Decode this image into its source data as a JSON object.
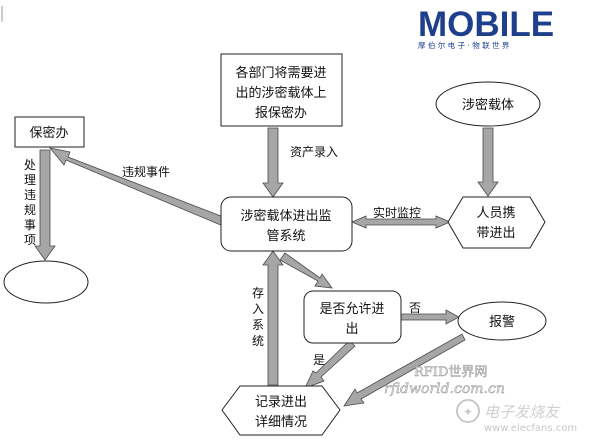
{
  "logo": {
    "brand": "MOBILE",
    "tagline": "摩 伯 尔 电 子 · 物 联 世 界"
  },
  "nodes": {
    "report_process": [
      "各部门将需要进",
      "出的涉密载体上",
      "报保密办"
    ],
    "secrecy_office": [
      "保密办"
    ],
    "secret_carrier": [
      "涉密载体"
    ],
    "monitor_system": [
      "涉密载体进出监",
      "管系统"
    ],
    "person_carry": [
      "人员携",
      "带进出"
    ],
    "terminal": [],
    "allow_decision": [
      "是否允许进",
      "出"
    ],
    "alarm": [
      "报警"
    ],
    "record_details": [
      "记录进出",
      "详细情况"
    ]
  },
  "edges": {
    "asset_entry": "资产录入",
    "violation_event": "违规事件",
    "handle_violation": [
      "处",
      "理",
      "违",
      "规",
      "事",
      "项"
    ],
    "realtime_monitor": "实时监控",
    "store_system": [
      "存",
      "入",
      "系",
      "统"
    ],
    "no_label": "否",
    "yes_label": "是"
  },
  "watermarks": {
    "rfid_world": "RFID世界网",
    "rfid_url": "rfidworld.com.cn",
    "elecfans_cn": "电子发烧友",
    "elecfans_url": "www.elecfans.com"
  },
  "colors": {
    "arrow_fill": "#a6a6a6",
    "arrow_stroke": "#4a4a4a",
    "logo_blue": "#1d3f8c"
  }
}
